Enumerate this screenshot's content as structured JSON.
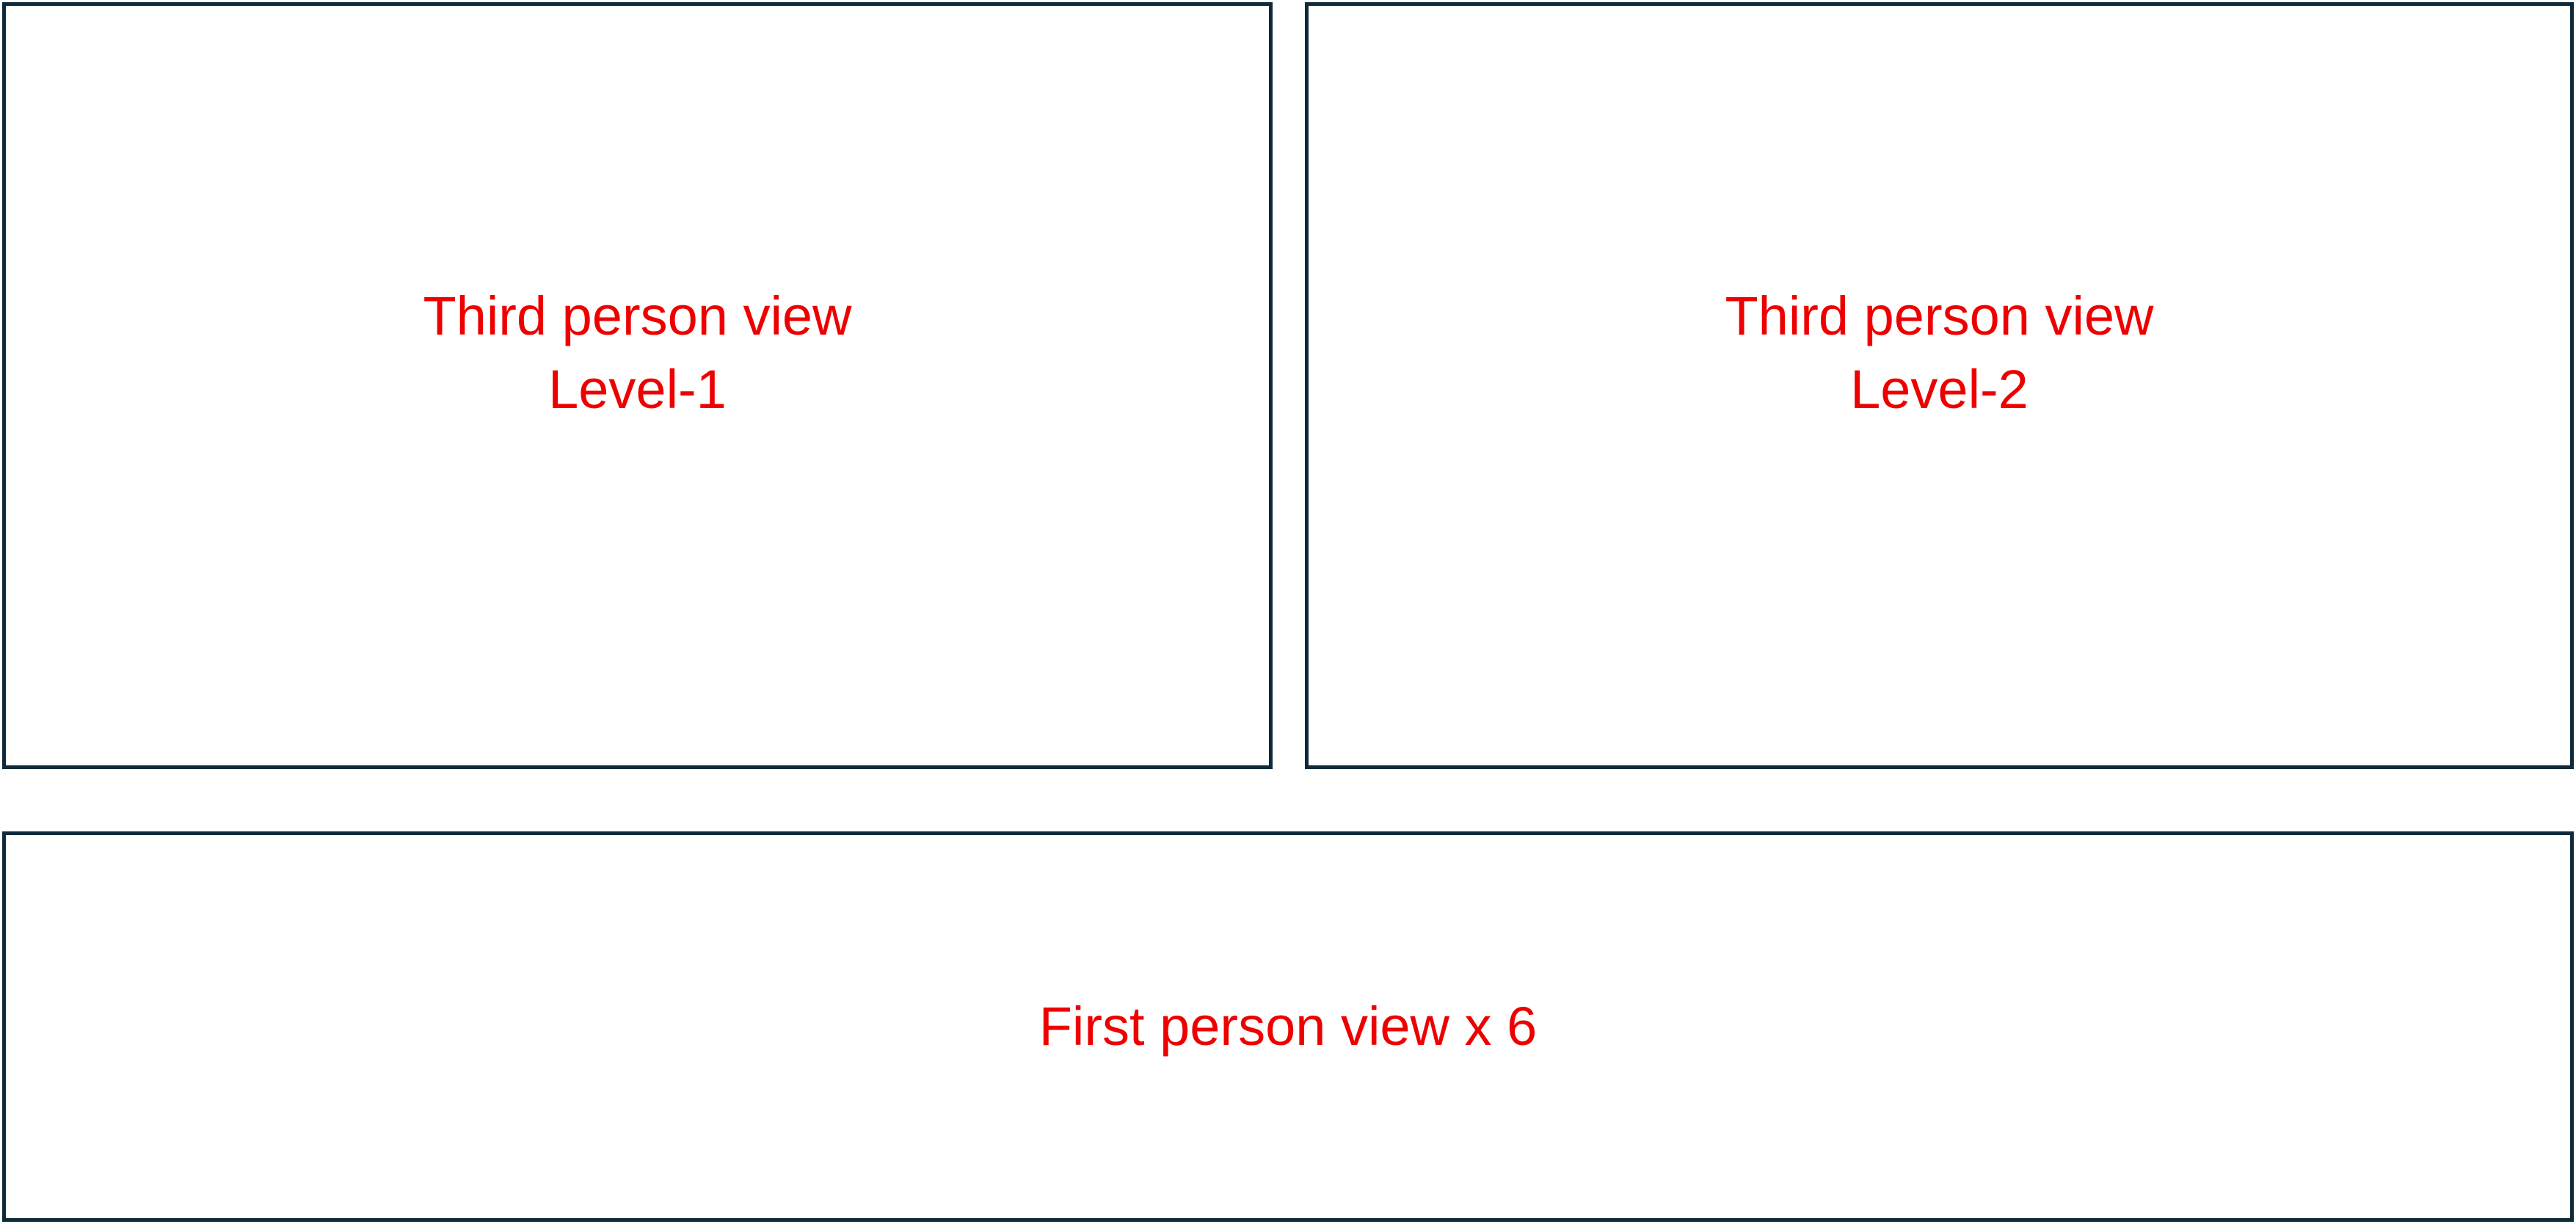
{
  "panels": {
    "top_left": {
      "line1": "Third person view",
      "line2": "Level-1"
    },
    "top_right": {
      "line1": "Third person view",
      "line2": "Level-2"
    },
    "bottom": {
      "line1": "First person view x 6"
    }
  },
  "colors": {
    "border": "#0f2a3a",
    "label_text": "#ee0000",
    "background": "#ffffff"
  }
}
